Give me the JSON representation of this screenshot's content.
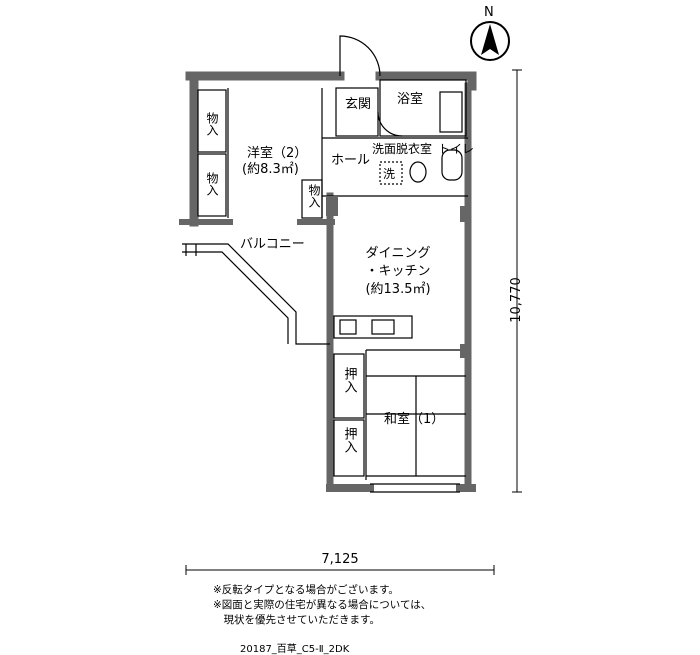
{
  "compass": {
    "north_label": "N"
  },
  "rooms": {
    "storage_1": "物入",
    "storage_2": "物入",
    "storage_3": "物入",
    "western_room_name": "洋室（2）",
    "western_room_area": "(約8.3㎡)",
    "entrance": "玄関",
    "bathroom": "浴室",
    "hall": "ホール",
    "washroom": "洗面脱衣室",
    "toilet": "トイレ",
    "washer": "洗",
    "balcony": "バルコニー",
    "dk_line1": "ダイニング",
    "dk_line2": "・キッチン",
    "dk_area": "(約13.5㎡)",
    "closet_1": "押入",
    "closet_2": "押入",
    "japanese_room": "和室（1）"
  },
  "dimensions": {
    "height": "10,770",
    "width": "7,125"
  },
  "notes": [
    "※反転タイプとなる場合がございます。",
    "※図面と実際の住宅が異なる場合については、",
    "　現状を優先させていただきます。"
  ],
  "plan_code": "20187_百草_C5-Ⅱ_2DK"
}
